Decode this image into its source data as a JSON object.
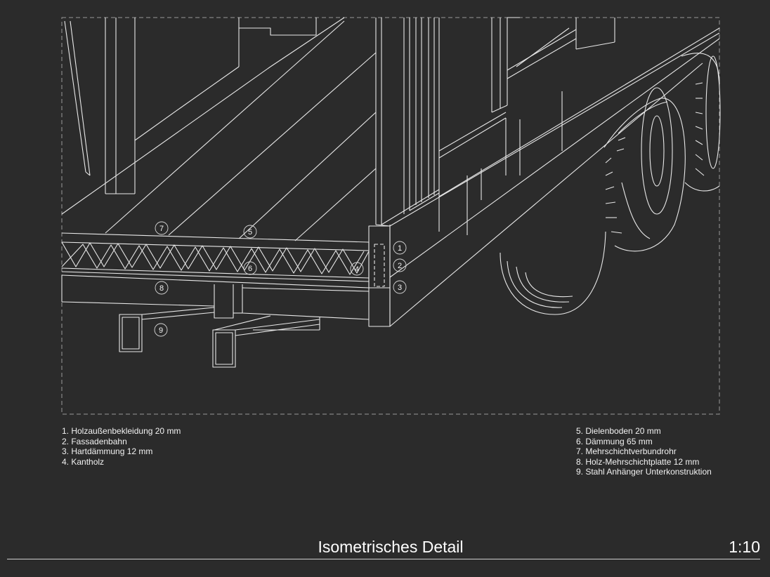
{
  "drawing": {
    "callouts": [
      "1",
      "2",
      "3",
      "4",
      "5",
      "6",
      "7",
      "8",
      "9"
    ]
  },
  "legend": {
    "left": [
      "1. Holzaußenbekleidung 20 mm",
      "2. Fassadenbahn",
      "3. Hartdämmung 12 mm",
      "4. Kantholz"
    ],
    "right": [
      "5. Dielenboden 20 mm",
      "6. Dämmung 65 mm",
      "7. Mehrschichtverbundrohr",
      "8. Holz-Mehrschichtplatte 12 mm",
      "9. Stahl Anhänger Unterkonstruktion"
    ]
  },
  "title_block": {
    "title": "Isometrisches Detail",
    "scale": "1:10"
  },
  "colors": {
    "background": "#2b2b2b",
    "line": "#ffffff",
    "frame": "#9a9a9a"
  }
}
